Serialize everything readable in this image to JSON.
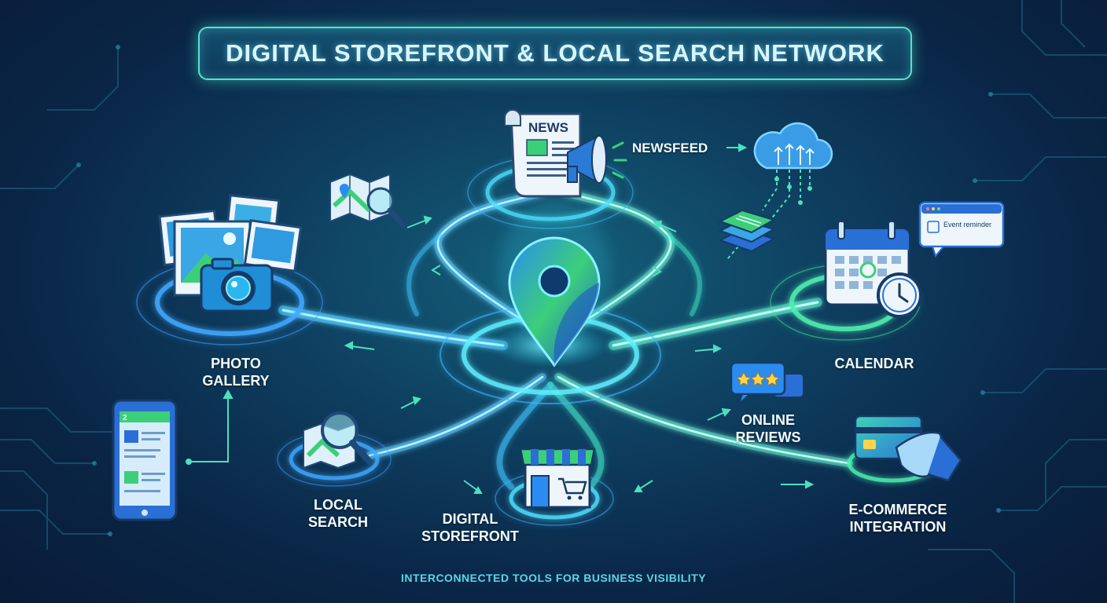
{
  "title": "DIGITAL STOREFRONT & LOCAL SEARCH NETWORK",
  "footer": "INTERCONNECTED TOOLS FOR BUSINESS VISIBILITY",
  "nodes": {
    "photo_gallery": {
      "line1": "PHOTO",
      "line2": "GALLERY"
    },
    "newsfeed": {
      "label": "NEWSFEED",
      "badge": "NEWS"
    },
    "calendar": {
      "label": "CALENDAR",
      "reminder": "Event reminder"
    },
    "online_reviews": {
      "line1": "ONLINE",
      "line2": "REVIEWS"
    },
    "ecommerce": {
      "line1": "E-COMMERCE",
      "line2": "INTEGRATION"
    },
    "digital_storefront": {
      "line1": "DIGITAL",
      "line2": "STOREFRONT"
    },
    "local_search": {
      "line1": "LOCAL",
      "line2": "SEARCH"
    },
    "phone_badge": "2"
  },
  "colors": {
    "accent": "#56e2cf",
    "glow": "#3ee6ff",
    "green": "#3ccf7a",
    "blue": "#2a6fd6",
    "text": "#f2fbff"
  }
}
